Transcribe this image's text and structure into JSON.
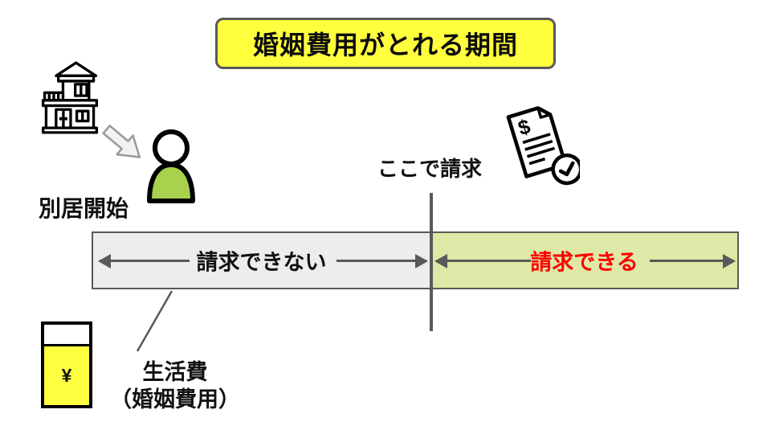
{
  "title": {
    "text": "婚姻費用がとれる期間"
  },
  "separation": {
    "label": "別居開始"
  },
  "claim_point": {
    "label": "ここで請求"
  },
  "timeline": {
    "segments": [
      {
        "label": "請求できない",
        "status": "cannot-claim",
        "bg_color": "#EDEDED",
        "text_color": "#111111"
      },
      {
        "label": "請求できる",
        "status": "can-claim",
        "bg_color": "#DFE9A7",
        "text_color": "#FF0000"
      }
    ]
  },
  "expenses": {
    "caption_line1": "生活費",
    "caption_line2": "（婚姻費用）",
    "jar_symbol": "¥"
  },
  "icons": {
    "house": "house-icon",
    "move_out_arrow": "move-out-arrow-icon",
    "person": "person-icon",
    "invoice": "invoice-check-icon",
    "yen_jar": "yen-jar-icon"
  },
  "colors": {
    "title_bg": "#FFFF3E",
    "outline_gray": "#595959",
    "cannot_claim_bg": "#EDEDED",
    "can_claim_bg": "#DFE9A7",
    "can_claim_text": "#FF0000",
    "person_body": "#A8D24D",
    "jar_fill": "#FFFF42"
  }
}
